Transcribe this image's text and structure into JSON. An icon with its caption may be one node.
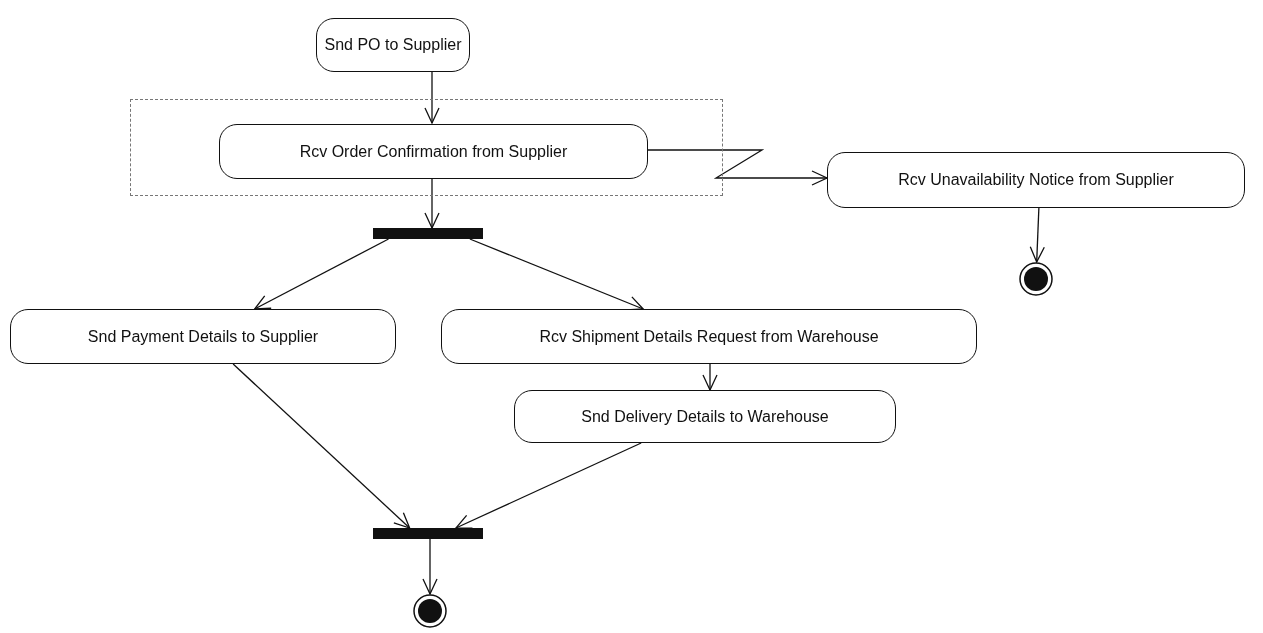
{
  "diagram": {
    "nodes": [
      {
        "text": [
          "Snd PO to Supplier"
        ]
      },
      {
        "text": [],
        "shape": "box"
      },
      {
        "text": [
          "Rcv Order Confirmation from Supplier"
        ],
        "in": 1
      },
      {
        "text": [
          "Rcv Unavailability Notice from Supplier"
        ]
      },
      {
        "text": [],
        "shape": "bar"
      },
      {
        "text": [],
        "shape": "circle"
      },
      {
        "text": [
          "Snd Payment Details to Supplier"
        ]
      },
      {
        "text": [
          "Rcv Shipment Details Request from Warehouse"
        ]
      },
      {
        "text": [
          "Snd Delivery Details to Warehouse"
        ]
      },
      {
        "text": [],
        "shape": "bar"
      },
      {
        "text": [],
        "shape": "circle"
      }
    ],
    "edges": [
      {
        "from": 0,
        "to": 2,
        "arrow": "to"
      },
      {
        "from": 2,
        "to": 3,
        "arrow": "to"
      },
      {
        "from": 2,
        "to": 4,
        "arrow": "to"
      },
      {
        "from": 3,
        "to": 5,
        "arrow": "to"
      },
      {
        "from": 4,
        "to": 6,
        "arrow": "to"
      },
      {
        "from": 4,
        "to": 7,
        "arrow": "to"
      },
      {
        "from": 7,
        "to": 8,
        "arrow": "to"
      },
      {
        "from": 6,
        "to": 9,
        "arrow": "to"
      },
      {
        "from": 8,
        "to": 9,
        "arrow": "to"
      },
      {
        "from": 9,
        "to": 10,
        "arrow": "to"
      }
    ]
  }
}
